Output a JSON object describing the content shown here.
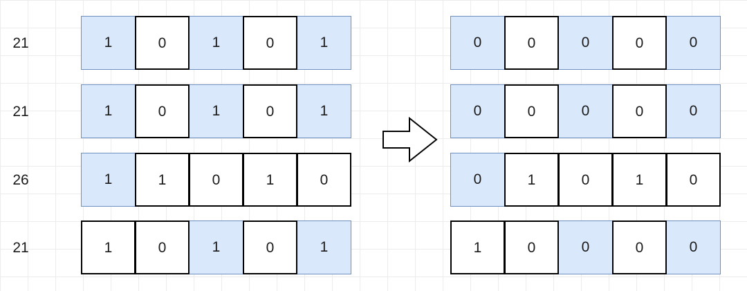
{
  "colors": {
    "highlight_fill": "#dae8fc",
    "highlight_border": "#6c8ebf",
    "plain_border": "#000000"
  },
  "left": {
    "rows": [
      {
        "label": "21",
        "bits": [
          "1",
          "0",
          "1",
          "0",
          "1"
        ],
        "highlight": [
          true,
          false,
          true,
          false,
          true
        ]
      },
      {
        "label": "21",
        "bits": [
          "1",
          "0",
          "1",
          "0",
          "1"
        ],
        "highlight": [
          true,
          false,
          true,
          false,
          true
        ]
      },
      {
        "label": "26",
        "bits": [
          "1",
          "1",
          "0",
          "1",
          "0"
        ],
        "highlight": [
          true,
          false,
          false,
          false,
          false
        ]
      },
      {
        "label": "21",
        "bits": [
          "1",
          "0",
          "1",
          "0",
          "1"
        ],
        "highlight": [
          false,
          false,
          true,
          false,
          true
        ]
      }
    ]
  },
  "arrow": {
    "icon": "right-arrow-icon"
  },
  "right": {
    "rows": [
      {
        "bits": [
          "0",
          "0",
          "0",
          "0",
          "0"
        ],
        "highlight": [
          true,
          false,
          true,
          false,
          true
        ]
      },
      {
        "bits": [
          "0",
          "0",
          "0",
          "0",
          "0"
        ],
        "highlight": [
          true,
          false,
          true,
          false,
          true
        ]
      },
      {
        "bits": [
          "0",
          "1",
          "0",
          "1",
          "0"
        ],
        "highlight": [
          true,
          false,
          false,
          false,
          false
        ]
      },
      {
        "bits": [
          "1",
          "0",
          "0",
          "0",
          "0"
        ],
        "highlight": [
          false,
          false,
          true,
          false,
          true
        ]
      }
    ]
  }
}
